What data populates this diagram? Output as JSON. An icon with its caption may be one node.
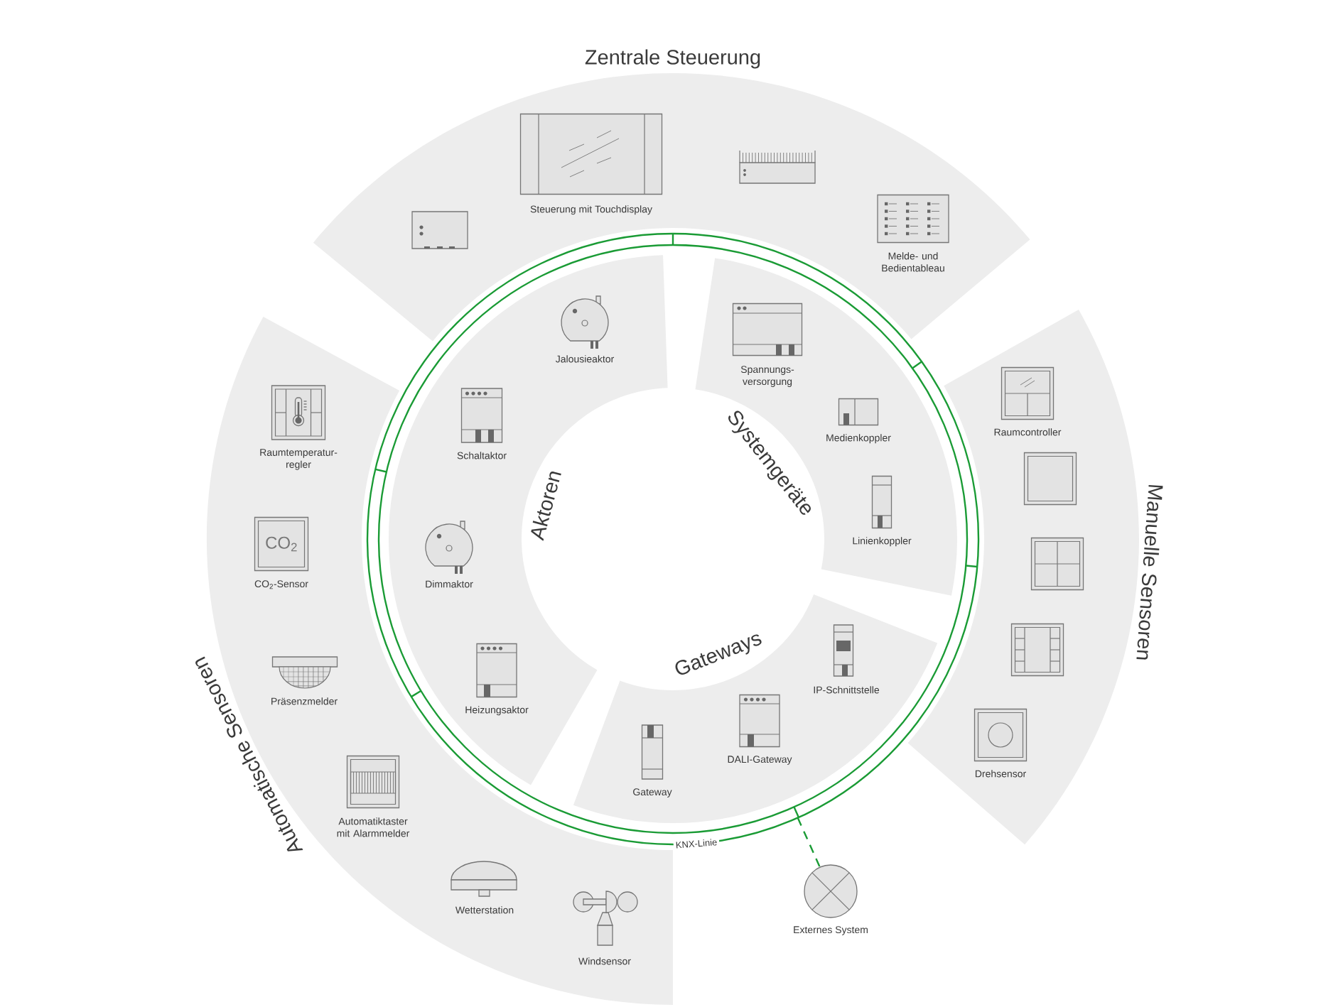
{
  "diagram": {
    "nodes": [
      {
        "text": [
          "Zentrale Steuerung"
        ]
      },
      {
        "text": [],
        "shape": "picture",
        "in": 0
      },
      {
        "text": [
          "Steuerung mit Touchdisplay"
        ],
        "in": 0
      },
      {
        "text": [],
        "shape": "picture",
        "in": 0
      },
      {
        "text": [
          "Melde- und Bedientableau"
        ],
        "in": 0
      },
      {
        "text": [
          "Manuelle Sensoren"
        ]
      },
      {
        "text": [
          "Raumcontroller"
        ],
        "in": 5
      },
      {
        "text": [],
        "shape": "picture",
        "in": 5
      },
      {
        "text": [],
        "shape": "picture",
        "in": 5
      },
      {
        "text": [],
        "shape": "picture",
        "in": 5
      },
      {
        "text": [
          "Drehsensor"
        ],
        "in": 5
      },
      {
        "text": [
          "Automatische Sensoren"
        ]
      },
      {
        "text": [
          "Raumtemperatur- regler"
        ],
        "in": 11
      },
      {
        "text": [
          "CO$_{2}$",
          "CO$_{2}$-Sensor"
        ],
        "in": 11
      },
      {
        "text": [
          "Präsenzmelder"
        ],
        "in": 11
      },
      {
        "text": [
          "Automatiktaster mit Alarmmelder"
        ],
        "in": 11
      },
      {
        "text": [
          "Wetterstation"
        ],
        "in": 11
      },
      {
        "text": [
          "Windsensor"
        ],
        "in": 11
      },
      {
        "text": [
          "KNX-Linie"
        ]
      },
      {
        "text": [
          "Aktoren"
        ],
        "in": 18
      },
      {
        "text": [
          "Jalousieaktor"
        ],
        "in": 19
      },
      {
        "text": [
          "Schaltaktor"
        ],
        "in": 19
      },
      {
        "text": [
          "Dimmaktor"
        ],
        "in": 19
      },
      {
        "text": [
          "Heizungsaktor"
        ],
        "in": 19
      },
      {
        "text": [
          "Systemgeräte"
        ],
        "in": 18
      },
      {
        "text": [
          "Spannungs- versorgung"
        ],
        "in": 24
      },
      {
        "text": [
          "Medienkoppler"
        ],
        "in": 24
      },
      {
        "text": [
          "Linienkoppler"
        ],
        "in": 24
      },
      {
        "text": [
          "Gateways"
        ],
        "in": 18
      },
      {
        "text": [
          "Gateway"
        ],
        "in": 28
      },
      {
        "text": [
          "DALI-Gateway"
        ],
        "in": 28
      },
      {
        "text": [
          "IP-Schnittstelle"
        ],
        "in": 28
      },
      {
        "text": [
          "Externes System"
        ]
      }
    ],
    "edges": [
      {
        "from": 18,
        "to": 32,
        "arrow": "none",
        "style": "dashed"
      }
    ]
  }
}
